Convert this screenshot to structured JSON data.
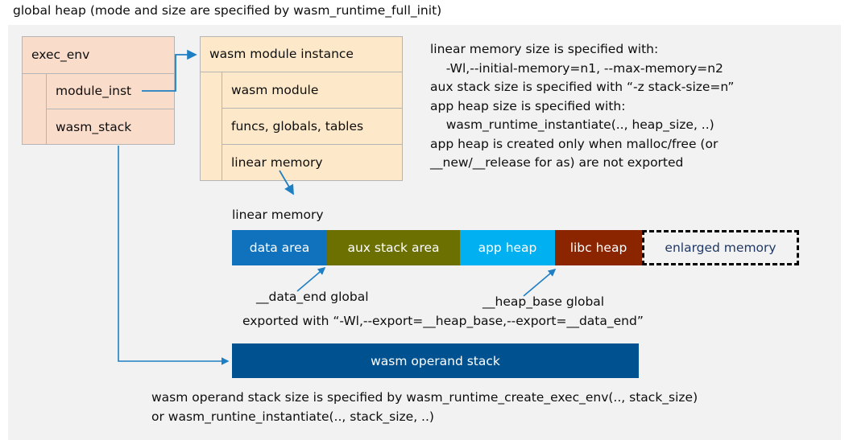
{
  "title": "global heap (mode and size are specified by wasm_runtime_full_init)",
  "colors": {
    "panel_bg": "#f2f2f2",
    "exec_env_fill": "#fadccb",
    "module_instance_fill": "#fde9c9",
    "box_border": "#b5b5b5",
    "arrow": "#1f7fc4",
    "data_area": "#1072bd",
    "aux_stack_area": "#6b7000",
    "app_heap": "#00b0f0",
    "libc_heap": "#8b2500",
    "enlarged_memory_text": "#1f3864",
    "operand_stack": "#00518f"
  },
  "exec_env": {
    "header": "exec_env",
    "rows": [
      {
        "label": "module_inst"
      },
      {
        "label": "wasm_stack"
      }
    ]
  },
  "module_instance": {
    "header": "wasm module instance",
    "rows": [
      {
        "label": "wasm module"
      },
      {
        "label": "funcs, globals, tables"
      },
      {
        "label": "linear memory"
      }
    ]
  },
  "notes": {
    "right_block": "linear memory size is specified with:\n    -Wl,--initial-memory=n1, --max-memory=n2\naux stack size is specified with “-z stack-size=n”\napp heap size is specified with:\n    wasm_runtime_instantiate(.., heap_size, ..)\napp heap is created only when malloc/free (or\n__new/__release for as) are not exported",
    "data_end_global": "__data_end global",
    "heap_base_global": "__heap_base global",
    "exported_with": "exported with “-Wl,--export=__heap_base,--export=__data_end”",
    "bottom_block": "wasm operand stack size is specified by wasm_runtime_create_exec_env(.., stack_size)\nor wasm_runtine_instantiate(.., stack_size, ..)"
  },
  "linear_memory": {
    "caption": "linear memory",
    "segments": [
      {
        "label": "data area",
        "color": "#1072bd",
        "width": 118,
        "style": "solid"
      },
      {
        "label": "aux stack area",
        "color": "#6b7000",
        "width": 165,
        "style": "solid"
      },
      {
        "label": "app heap",
        "color": "#00b0f0",
        "width": 118,
        "style": "solid"
      },
      {
        "label": "libc heap",
        "color": "#8b2500",
        "width": 108,
        "style": "solid"
      },
      {
        "label": "enlarged memory",
        "color": "#f2f2f2",
        "width": 195,
        "style": "dashed"
      }
    ]
  },
  "operand_stack": {
    "label": "wasm operand stack"
  }
}
